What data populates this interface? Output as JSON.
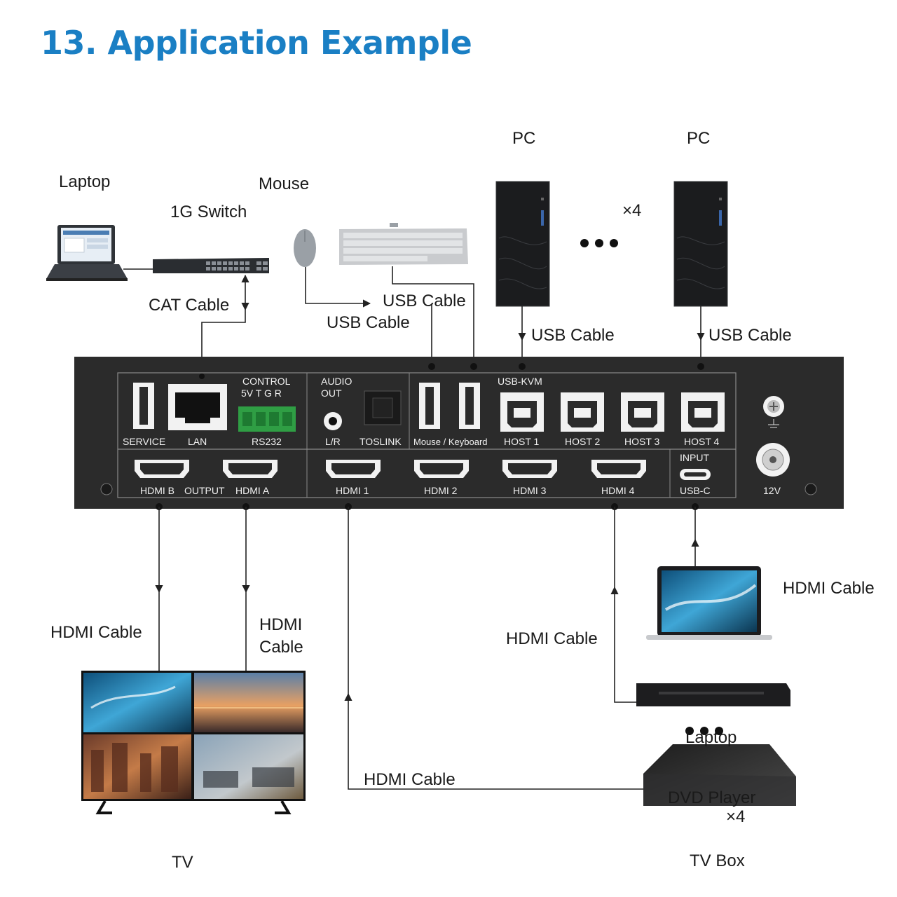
{
  "heading": "13. Application Example",
  "labels": {
    "laptop_top": "Laptop",
    "switch": "1G Switch",
    "mouse": "Mouse",
    "pc1": "PC",
    "pc2": "PC",
    "multiplier_pc": "×4",
    "cat_cable": "CAT Cable",
    "usb_cable_kb": "USB Cable",
    "usb_cable_mouse": "USB Cable",
    "usb_cable_pc1": "USB Cable",
    "usb_cable_pc2": "USB Cable",
    "hdmi_cable_out_b": "HDMI Cable",
    "hdmi_cable_out_a_line1": "HDMI",
    "hdmi_cable_out_a_line2": "Cable",
    "hdmi_cable_usbc": "HDMI Cable",
    "hdmi_cable_in4": "HDMI Cable",
    "hdmi_cable_in1": "HDMI Cable",
    "tv": "TV",
    "laptop_bottom": "Laptop",
    "dvd_player": "DVD Player",
    "multiplier_src": "×4",
    "tv_box": "TV Box"
  },
  "panel": {
    "service": "SERVICE",
    "lan": "LAN",
    "control": "CONTROL",
    "control_pins": "5V  T  G  R",
    "rs232": "RS232",
    "audio": "AUDIO",
    "out": "OUT",
    "lr": "L/R",
    "toslink": "TOSLINK",
    "mouse_keyboard": "Mouse / Keyboard",
    "usb_kvm": "USB-KVM",
    "host1": "HOST 1",
    "host2": "HOST 2",
    "host3": "HOST 3",
    "host4": "HOST 4",
    "hdmi_b": "HDMI B",
    "output": "OUTPUT",
    "hdmi_a": "HDMI A",
    "hdmi1": "HDMI 1",
    "hdmi2": "HDMI 2",
    "hdmi3": "HDMI 3",
    "hdmi4": "HDMI 4",
    "input": "INPUT",
    "usbc": "USB-C",
    "v12": "12V"
  },
  "colors": {
    "heading": "#1a7fc4",
    "panel": "#2b2b2b",
    "terminal": "#2f9e44"
  }
}
